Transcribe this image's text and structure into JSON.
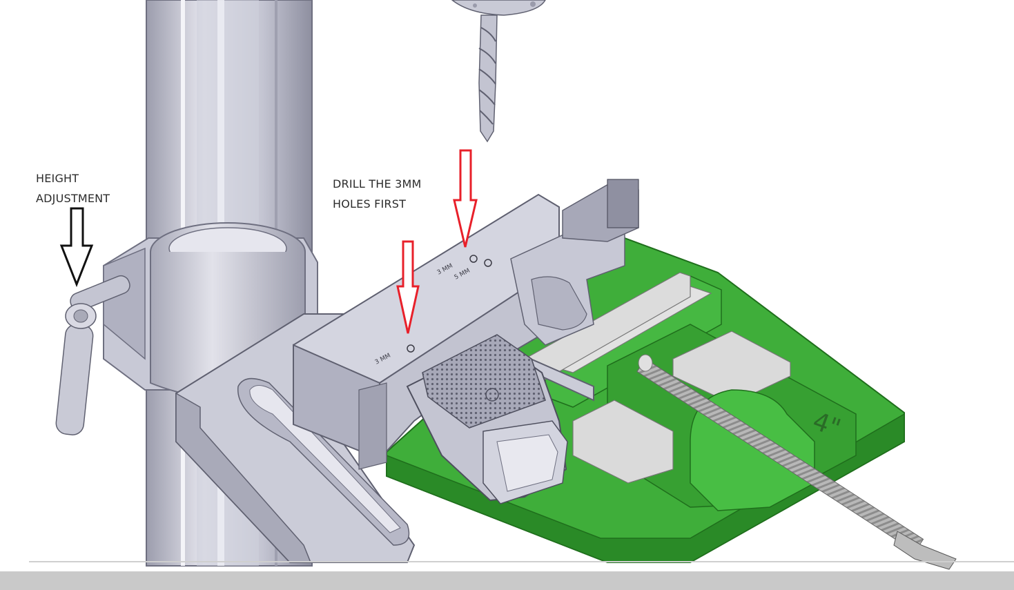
{
  "annotations": {
    "height_adjustment": [
      "HEIGHT",
      "ADJUSTMENT"
    ],
    "drill_instruction": [
      "DRILL THE 3MM",
      "HOLES FIRST"
    ]
  },
  "engraved_labels": {
    "hole_label_upper_1": "3 MM",
    "hole_label_upper_2": "5 MM",
    "hole_label_lower": "3 MM",
    "vise_size_mark": "4\""
  },
  "colors": {
    "metal_light": "#d9d9e3",
    "metal_mid": "#b7b8c7",
    "metal_dark": "#8a8b9c",
    "vise_green": "#3fae3a",
    "vise_green_dark": "#2a8a27",
    "arrow_red": "#e8202a",
    "arrow_black": "#111111",
    "jaw_grey": "#dcdcdc",
    "bottom_bar": "#c9c9c9"
  },
  "arrows": [
    {
      "name": "height-adjustment-arrow",
      "color": "black",
      "direction": "down"
    },
    {
      "name": "drill-arrow-upper",
      "color": "red",
      "direction": "down"
    },
    {
      "name": "drill-arrow-lower",
      "color": "red",
      "direction": "down"
    }
  ]
}
